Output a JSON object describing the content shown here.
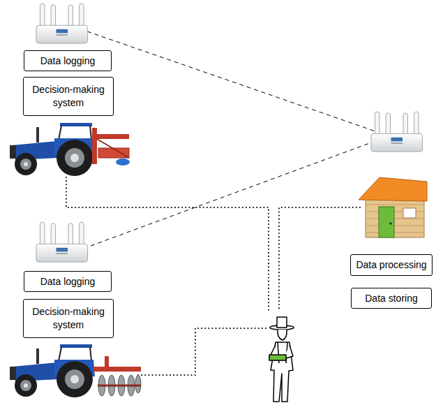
{
  "diagram": {
    "nodes": [
      {
        "text": [
          "Data logging"
        ]
      },
      {
        "text": [
          "Decision-making system"
        ]
      },
      {
        "text": [
          "Data processing"
        ]
      },
      {
        "text": [
          "Data storing"
        ]
      },
      {
        "text": [
          "Data logging"
        ]
      },
      {
        "text": [
          "Decision-making system"
        ]
      }
    ]
  }
}
